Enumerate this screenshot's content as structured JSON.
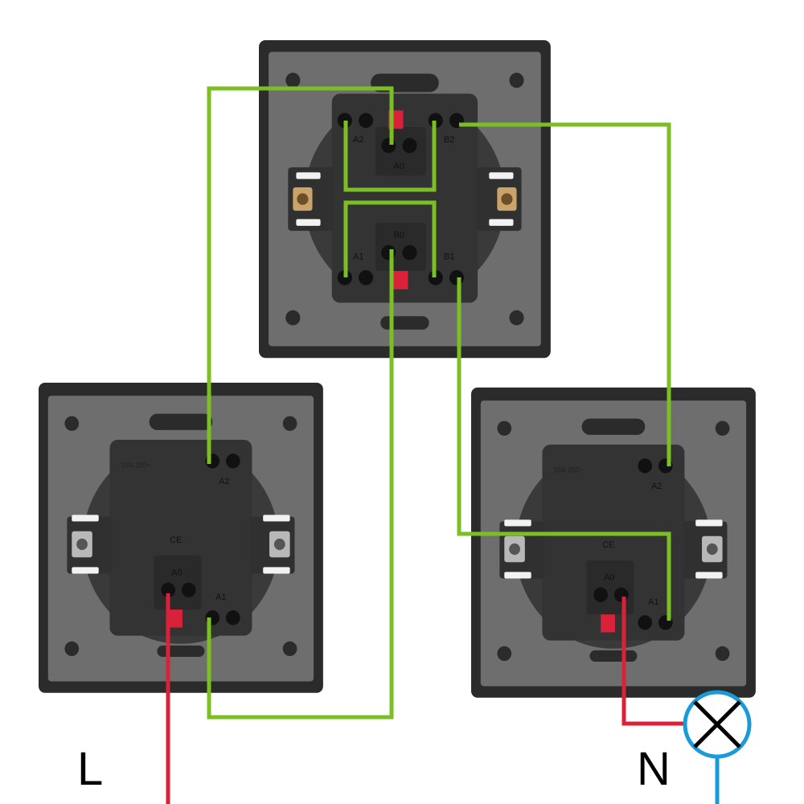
{
  "labels": {
    "live": "L",
    "neutral": "N"
  },
  "switch_top": {
    "terminals": {
      "a2": "A2",
      "b2": "B2",
      "a0": "A0",
      "b0": "B0",
      "a1": "A1",
      "b1": "B1"
    }
  },
  "switch_left": {
    "rating": "10A 250~",
    "ce": "CE",
    "terminals": {
      "a2": "A2",
      "a0": "A0",
      "a1": "A1"
    }
  },
  "switch_right": {
    "rating": "10A 250~",
    "ce": "CE",
    "terminals": {
      "a2": "A2",
      "a0": "A0",
      "a1": "A1"
    }
  },
  "colors": {
    "traveler_wire": "#7cbf24",
    "live_wire": "#d9213a",
    "neutral_wire": "#1a9ad8",
    "frame": "#2b2b2b",
    "plate": "#6e6e6e",
    "mechanism": "#333333"
  },
  "icons": [
    "lamp-icon",
    "screw-icon"
  ]
}
